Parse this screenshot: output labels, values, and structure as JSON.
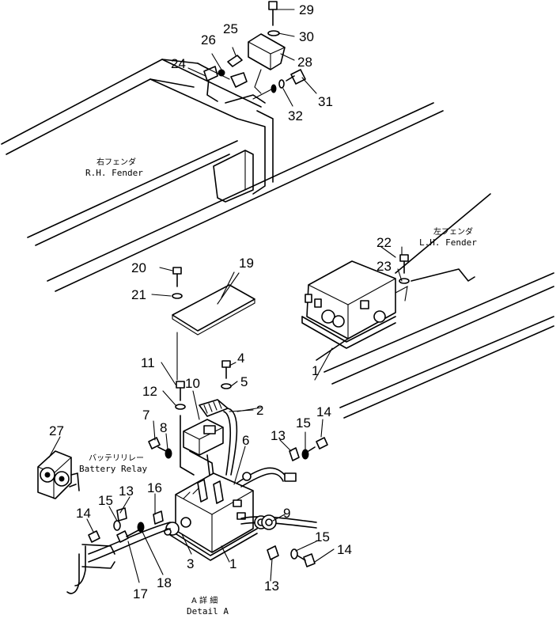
{
  "labels": {
    "rh_fender_jp": "右フェンダ",
    "rh_fender_en": "R.H. Fender",
    "lh_fender_jp": "左フェンダ",
    "lh_fender_en": "L.H. Fender",
    "battery_relay_jp": "バッテリリレー",
    "battery_relay_en": "Battery Relay",
    "detail_jp": "A 詳 細",
    "detail_en": "Detail A"
  },
  "callouts": {
    "n1a": "1",
    "n1b": "1",
    "n2": "2",
    "n3": "3",
    "n4": "4",
    "n5": "5",
    "n6": "6",
    "n7": "7",
    "n8": "8",
    "n9": "9",
    "n10": "10",
    "n11": "11",
    "n12": "12",
    "n13a": "13",
    "n13b": "13",
    "n13c": "13",
    "n14a": "14",
    "n14b": "14",
    "n14c": "14",
    "n15a": "15",
    "n15b": "15",
    "n15c": "15",
    "n16": "16",
    "n17": "17",
    "n18": "18",
    "n19": "19",
    "n20": "20",
    "n21": "21",
    "n22": "22",
    "n23": "23",
    "n24": "24",
    "n25": "25",
    "n26": "26",
    "n27": "27",
    "n28": "28",
    "n29": "29",
    "n30": "30",
    "n31": "31",
    "n32": "32"
  }
}
